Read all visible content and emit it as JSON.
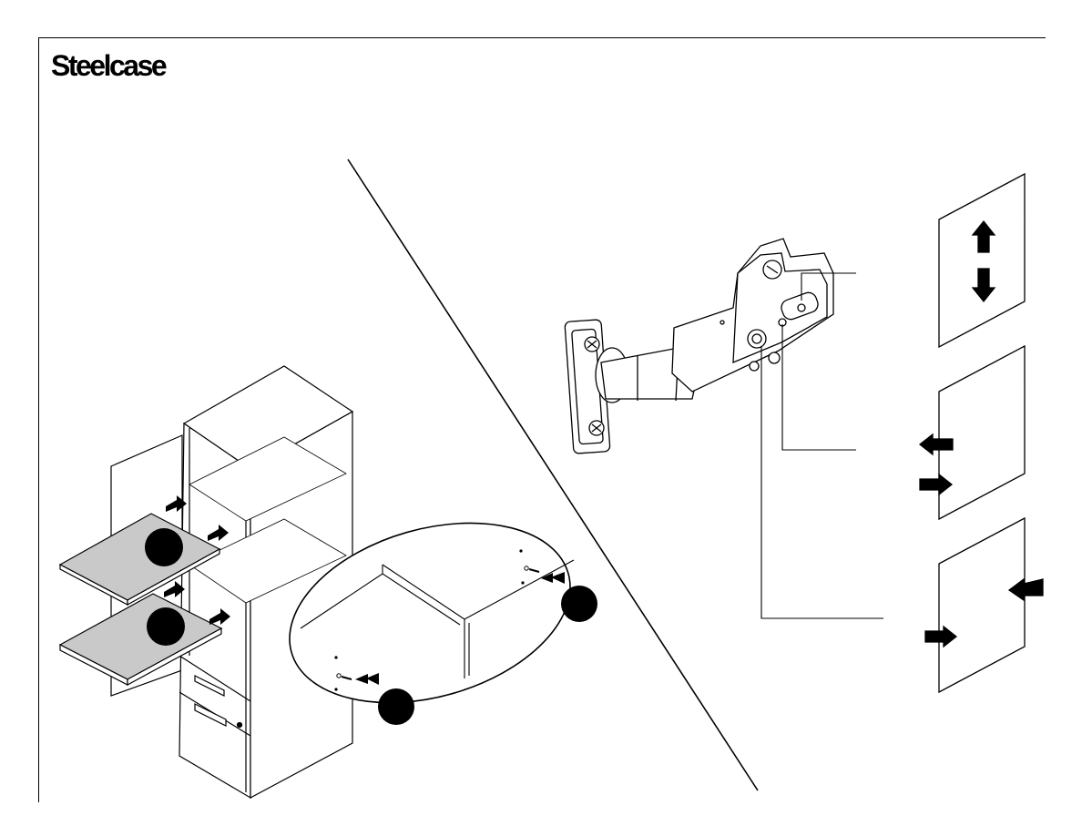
{
  "brand": {
    "name": "Steelcase"
  },
  "colors": {
    "ink": "#000000",
    "shelf_fill": "#c9c9c9",
    "paper": "#ffffff"
  },
  "illustrations": {
    "left": "cabinet-with-shelves-insertion",
    "right": "hinge-adjustment-diagram"
  },
  "step_markers": {
    "count": 4,
    "style": "filled-black-circle"
  },
  "hinge_adjustments": [
    {
      "panel": "top",
      "direction": "up-down"
    },
    {
      "panel": "middle",
      "direction": "depth-in-out"
    },
    {
      "panel": "bottom",
      "direction": "side-left-right"
    }
  ]
}
